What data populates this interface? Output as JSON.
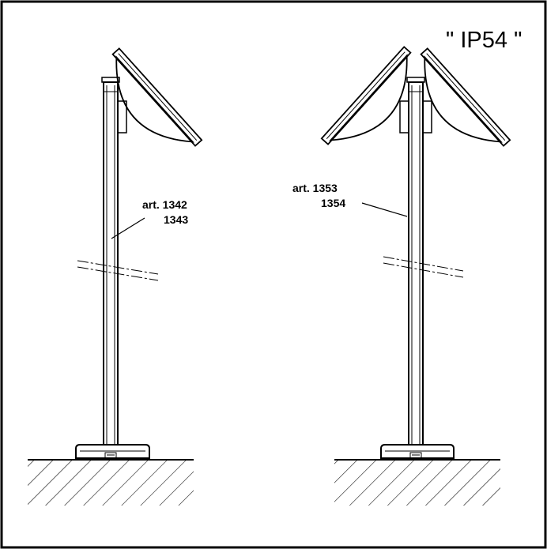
{
  "rating": "\" IP54 \"",
  "left_post": {
    "article_line1": "art. 1342",
    "article_line2": "1343"
  },
  "right_post": {
    "article_line1": "art. 1353",
    "article_line2": "1354"
  },
  "colors": {
    "ink": "#000000",
    "background": "#ffffff"
  }
}
